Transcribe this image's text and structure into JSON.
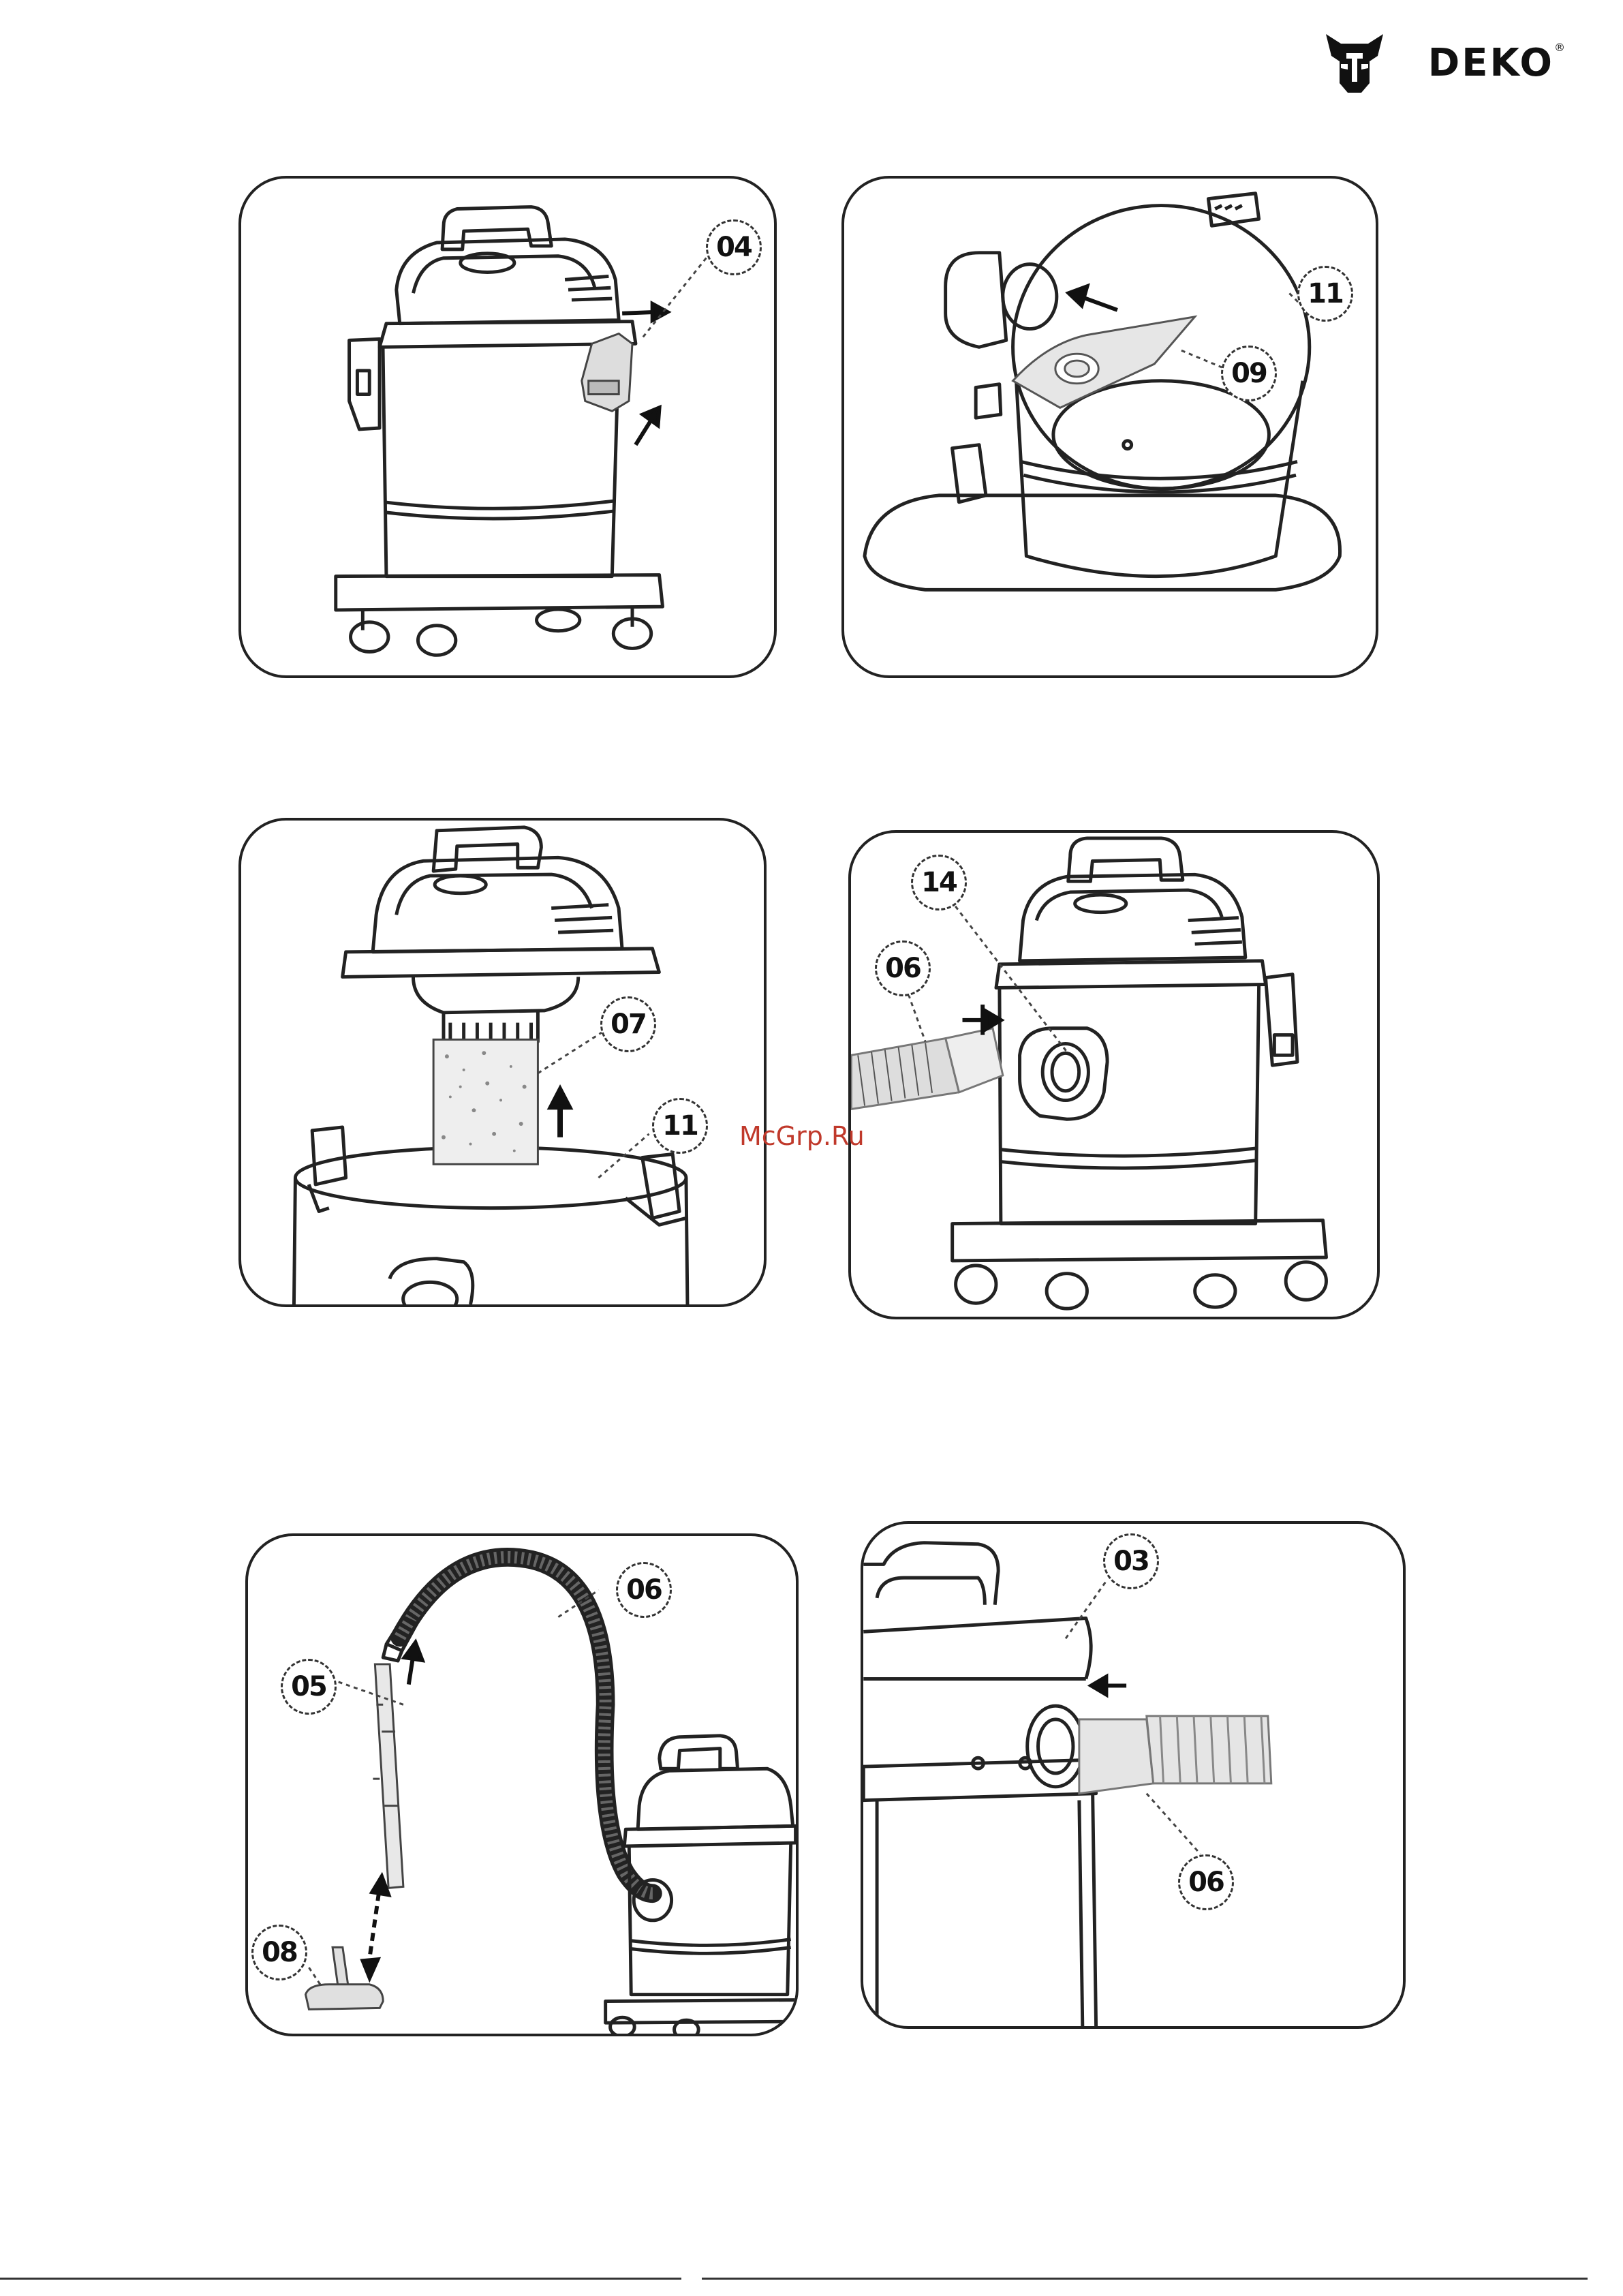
{
  "brand": {
    "name": "DEKO",
    "mark": "®"
  },
  "watermark": "McGrp.Ru",
  "panels": [
    {
      "id": "panel-1",
      "callouts": [
        "04"
      ]
    },
    {
      "id": "panel-2",
      "callouts": [
        "11",
        "09"
      ]
    },
    {
      "id": "panel-3",
      "callouts": [
        "07",
        "11"
      ]
    },
    {
      "id": "panel-4",
      "callouts": [
        "14",
        "06"
      ]
    },
    {
      "id": "panel-5",
      "callouts": [
        "06",
        "05",
        "08"
      ]
    },
    {
      "id": "panel-6",
      "callouts": [
        "03",
        "06"
      ]
    }
  ]
}
